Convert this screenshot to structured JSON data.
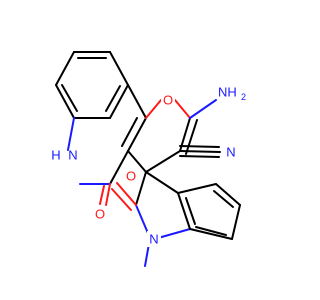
{
  "molecule": {
    "colors": {
      "bond": "#000000",
      "nitrogen": "#1a1aff",
      "oxygen": "#ff1a1a",
      "background": "#ffffff"
    },
    "atom_labels": {
      "ring_oxygen": "O",
      "amino_n": "NH",
      "amino_h": "2",
      "nitrile_n": "N",
      "lactam_nh": "N",
      "lactam_h": "H",
      "lactam_o": "O",
      "oxindole_o": "O",
      "indole_n": "N"
    }
  }
}
